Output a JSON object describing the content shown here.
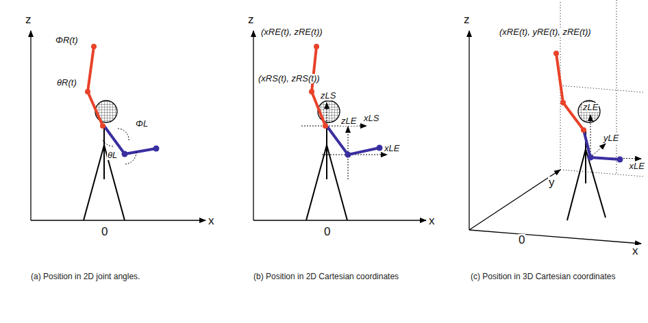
{
  "diagram": {
    "labels": [
      "z",
      "ΦR(t)",
      "θR(t)",
      "ΦL",
      "θL",
      "x",
      "0",
      "(a) Position in 2D joint angles.",
      "z",
      "(xRE(t), zRE(t))",
      "(xRS(t), zRS(t))",
      "zLS",
      "xLS",
      "zLE",
      "xLE",
      "x",
      "0",
      "(b) Position in 2D Cartesian coordinates",
      "z",
      "(xRE(t), yRE(t), zRE(t))",
      "zLE",
      "yLE",
      "xLE",
      "y",
      "x",
      "0",
      "(c) Position in 3D Cartesian coordinates"
    ]
  }
}
